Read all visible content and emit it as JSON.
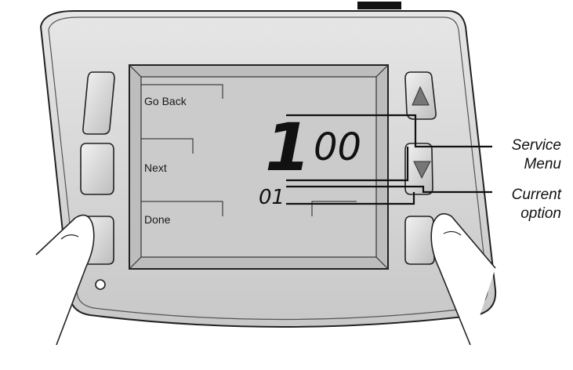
{
  "screen": {
    "labels": {
      "go_back": "Go Back",
      "next": "Next",
      "done": "Done"
    },
    "readout": {
      "big_digit": "1",
      "value": "00",
      "option": "01"
    }
  },
  "callouts": {
    "service_menu": {
      "line1": "Service",
      "line2": "Menu"
    },
    "current_option": {
      "line1": "Current",
      "line2": "option"
    }
  },
  "buttons": {
    "up_arrow_icon": "triangle-up",
    "down_arrow_icon": "triangle-down"
  },
  "colors": {
    "body": "#d8d8d8",
    "bezel": "#c4c4c4",
    "lcd": "#c9c9c9",
    "outline": "#222222"
  }
}
